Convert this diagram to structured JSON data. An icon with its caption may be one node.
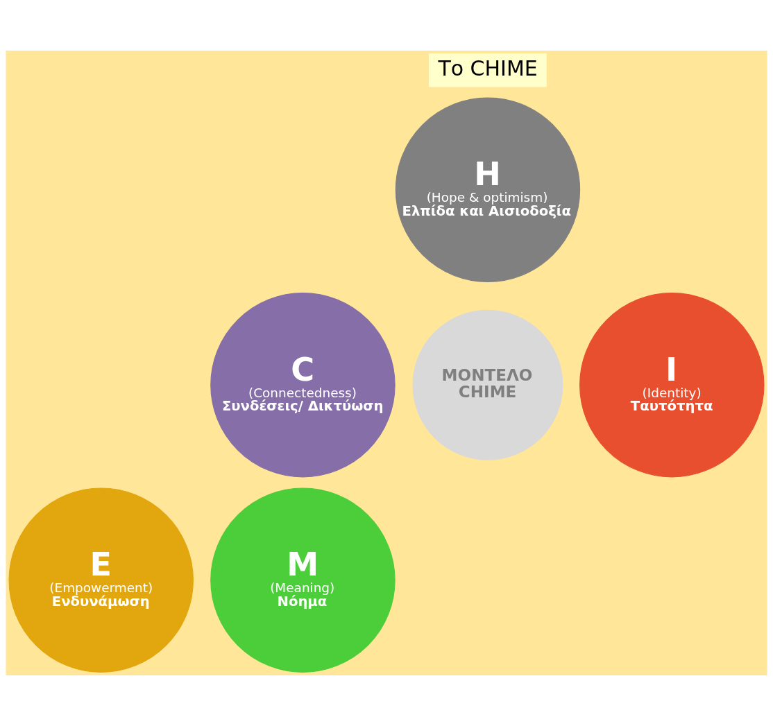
{
  "diagram": {
    "nodes": [
      {
        "text": [
          "Το CHIME"
        ]
      },
      {
        "text": [
          "H",
          "(Hope & optimism)",
          "Ελπίδα και Αισιοδοξία"
        ]
      },
      {
        "text": [
          "C",
          "(Connectedness)",
          "Συνδέσεις/ Δικτύωση"
        ]
      },
      {
        "text": [
          "ΜΟΝΤΕΛΟ CHIME"
        ]
      },
      {
        "text": [
          "I",
          "(Identity)",
          "Ταυτότητα"
        ]
      },
      {
        "text": [
          "E",
          "(Empowerment)",
          "Ενδυνάμωση"
        ]
      },
      {
        "text": [
          "M",
          "(Meaning)",
          "Νόημα"
        ]
      }
    ],
    "edges": []
  }
}
